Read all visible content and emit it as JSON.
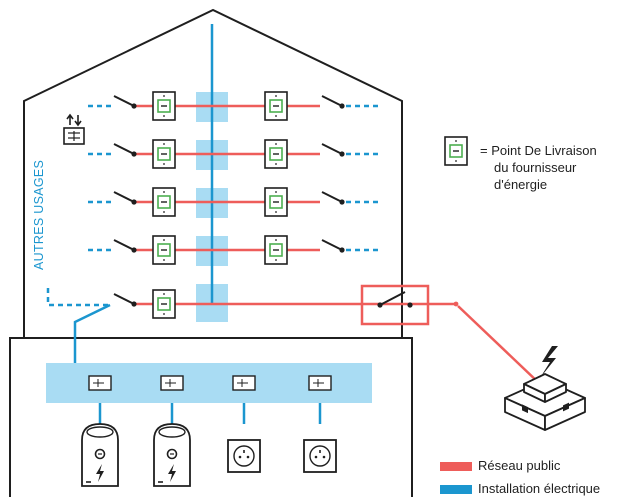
{
  "labels": {
    "other_uses": "AUTRES USAGES",
    "pdl_equals": "= Point De Livraison",
    "pdl_line2": "du fournisseur",
    "pdl_line3": "d'énergie"
  },
  "legend": [
    {
      "label": "Réseau public",
      "color": "#ee5d5a"
    },
    {
      "label": "Installation électrique",
      "color": "#1b96cf"
    }
  ],
  "colors": {
    "public_network": "#ee5d5a",
    "installation": "#1b96cf",
    "column_fill": "#a9dcf3",
    "meter_accent": "#4caf50",
    "outline": "#1f1f1f"
  },
  "icons": [
    "building-outline",
    "delivery-point-meter",
    "switch",
    "charging-station-icon",
    "power-socket-icon",
    "transformer-icon",
    "other-uses-icon"
  ]
}
